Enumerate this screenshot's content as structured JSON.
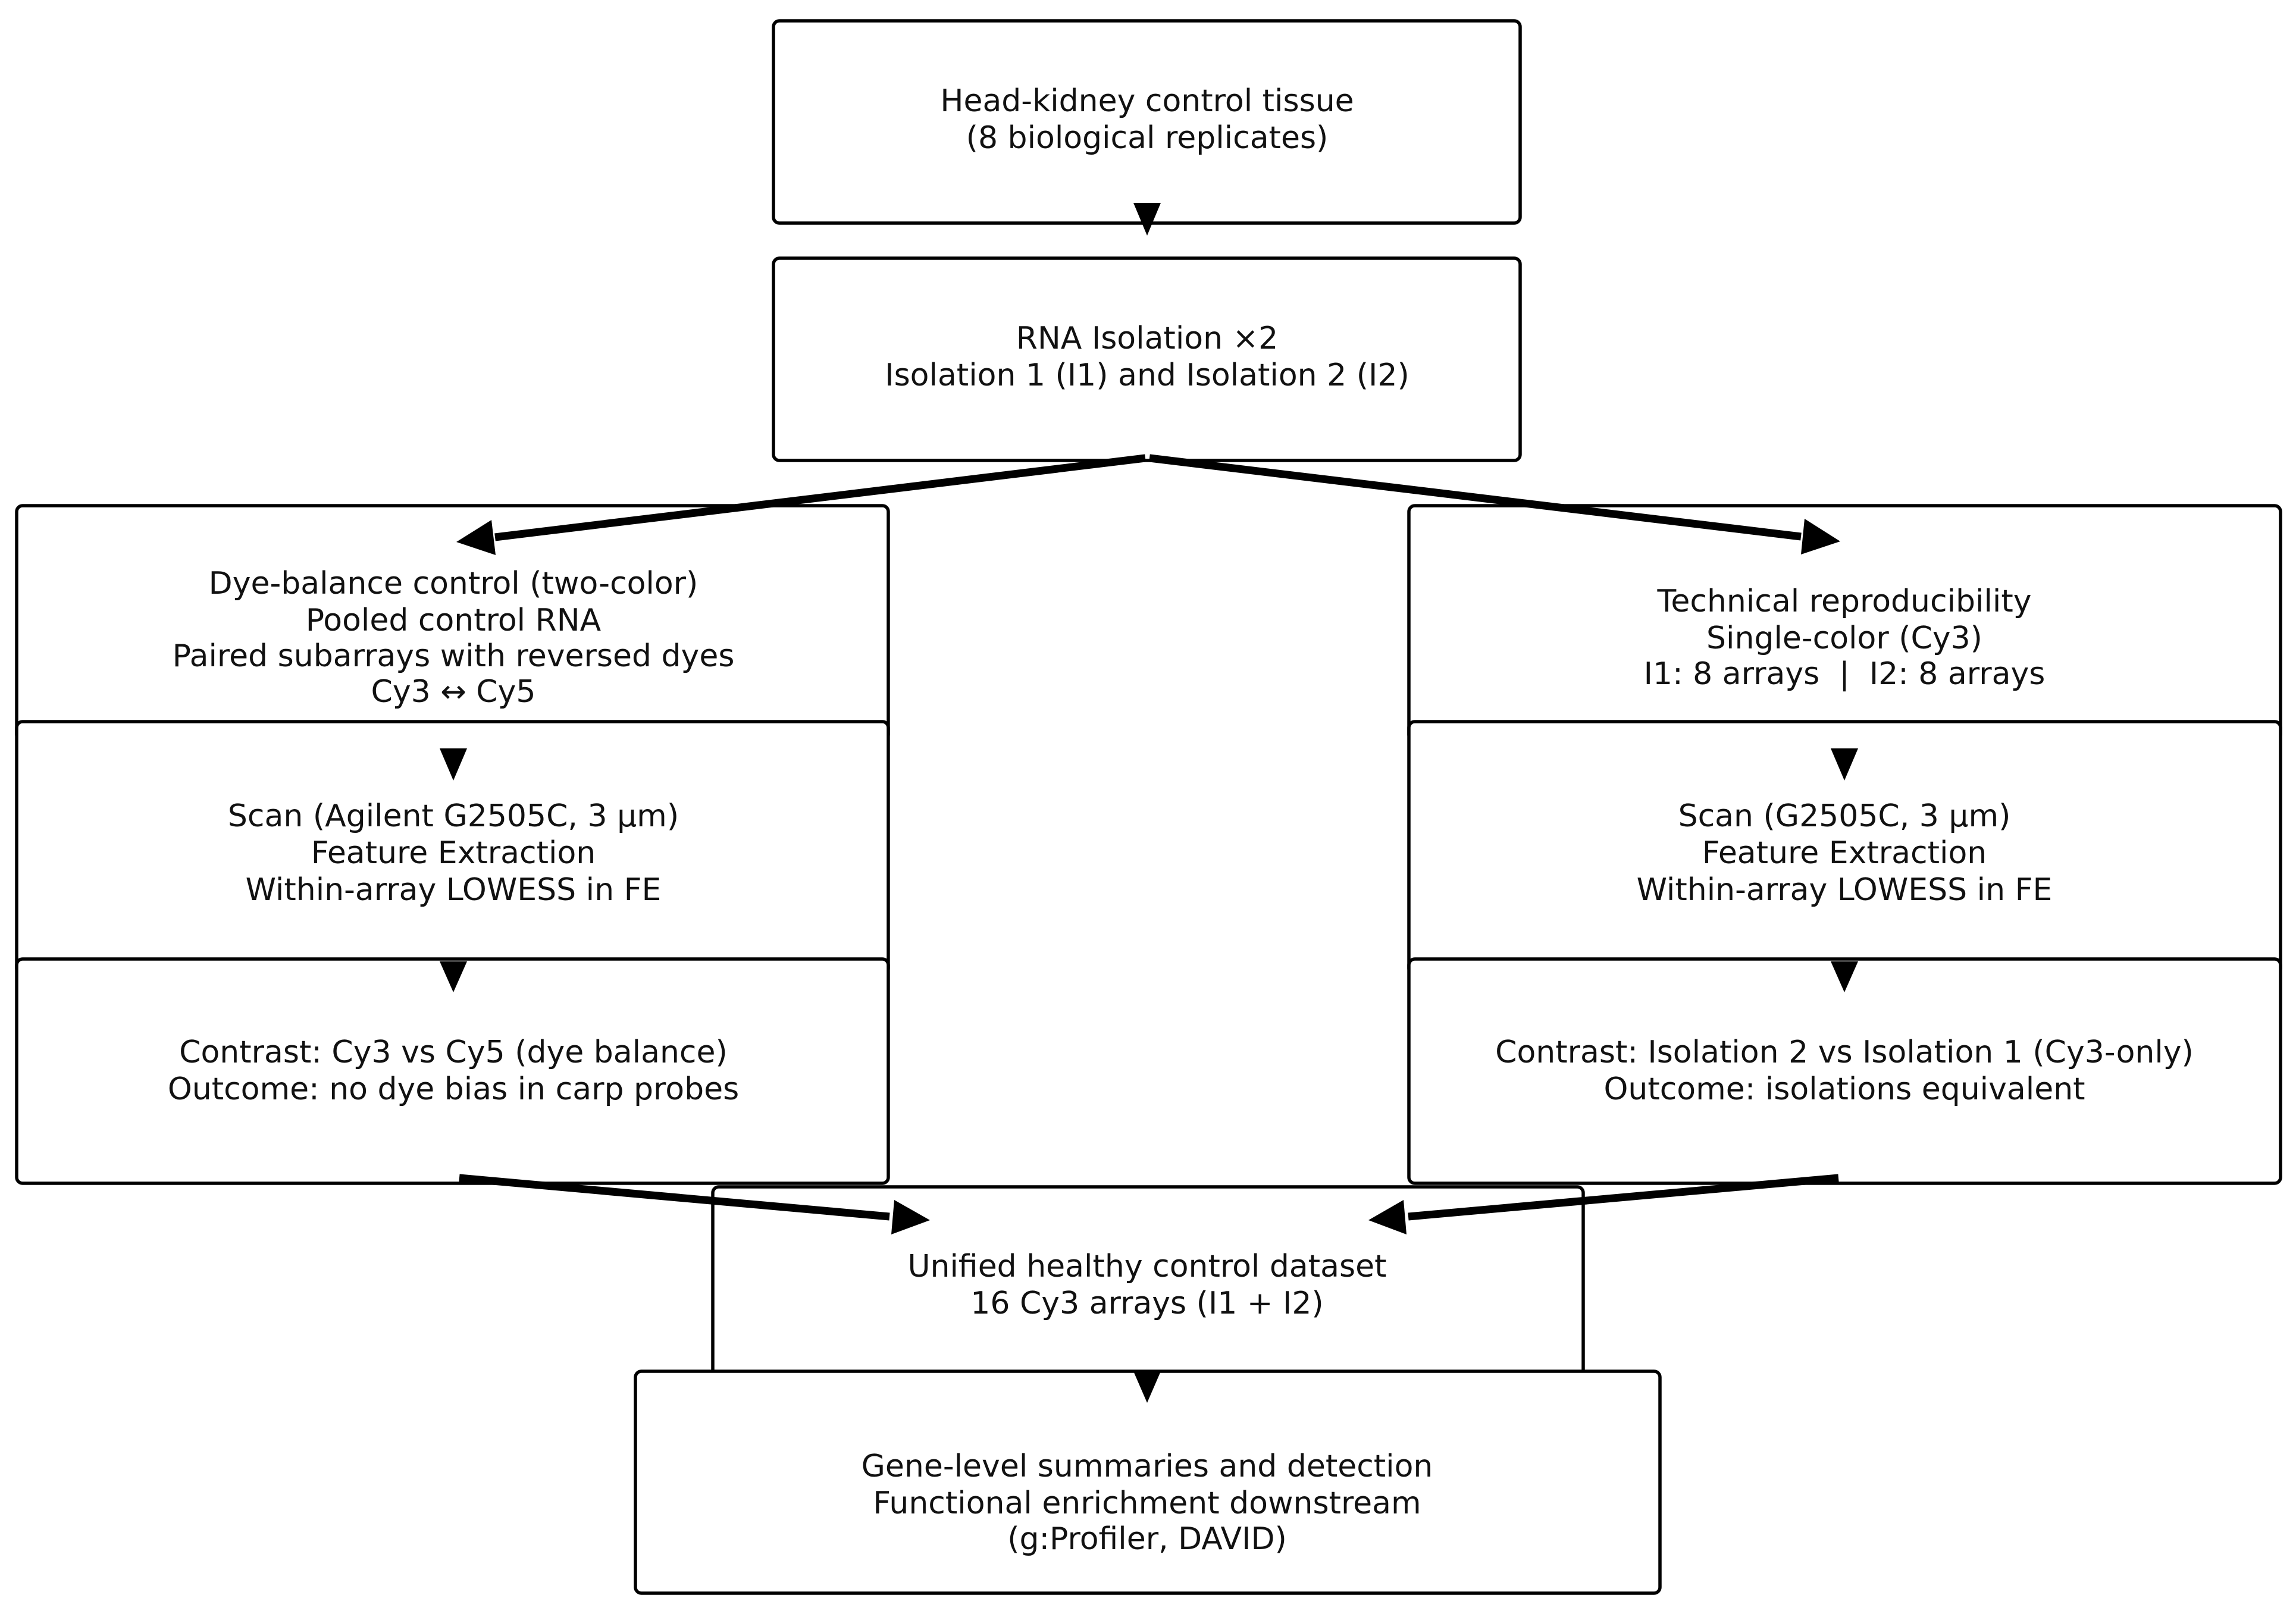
{
  "boxes": {
    "tissue": {
      "lines": [
        "Head-kidney control tissue",
        "(8 biological replicates)"
      ]
    },
    "rna_isolation": {
      "lines": [
        "RNA Isolation ×2",
        "Isolation 1 (I1) and Isolation 2 (I2)"
      ]
    },
    "dye_balance": {
      "lines": [
        "Dye-balance control (two-color)",
        "Pooled control RNA",
        "Paired subarrays with reversed dyes",
        "Cy3 ↔ Cy5"
      ]
    },
    "technical_repro": {
      "lines": [
        "Technical reproducibility",
        "Single-color (Cy3)",
        "I1: 8 arrays  |  I2: 8 arrays"
      ]
    },
    "scan_left": {
      "lines": [
        "Scan (Agilent G2505C, 3 µm)",
        "Feature Extraction",
        "Within-array LOWESS in FE"
      ]
    },
    "scan_right": {
      "lines": [
        "Scan (G2505C, 3 µm)",
        "Feature Extraction",
        "Within-array LOWESS in FE"
      ]
    },
    "contrast_left": {
      "lines": [
        "Contrast: Cy3 vs Cy5 (dye balance)",
        "Outcome: no dye bias in carp probes"
      ]
    },
    "contrast_right": {
      "lines": [
        "Contrast: Isolation 2 vs Isolation 1 (Cy3-only)",
        "Outcome: isolations equivalent"
      ]
    },
    "unified": {
      "lines": [
        "Unified healthy control dataset",
        "16 Cy3 arrays (I1 + I2)"
      ]
    },
    "gene_level": {
      "lines": [
        "Gene-level summaries and detection",
        "Functional enrichment downstream",
        "(g:Profiler, DAVID)"
      ]
    }
  }
}
